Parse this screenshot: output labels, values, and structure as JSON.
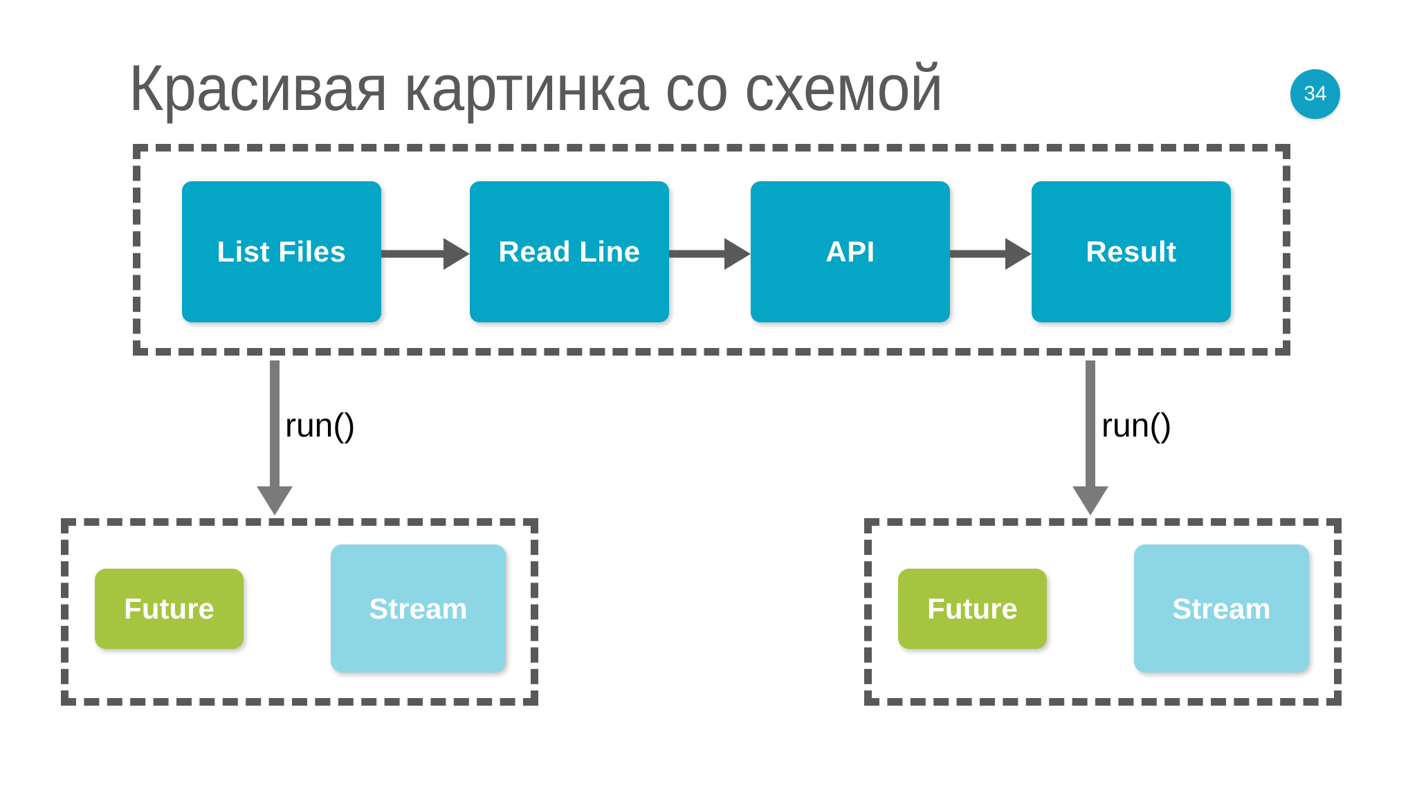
{
  "slide": {
    "title": "Красивая картинка со схемой",
    "page_number": "34",
    "background_color": "#ffffff",
    "title_color": "#595959",
    "badge_color": "#10A0C4"
  },
  "pipeline": {
    "group_label": "pipeline-group",
    "border_color": "#595959",
    "box_color": "#05A5C6",
    "arrow_color": "#595959",
    "steps": [
      {
        "label": "List Files"
      },
      {
        "label": "Read Line"
      },
      {
        "label": "API"
      },
      {
        "label": "Result"
      }
    ]
  },
  "connectors": [
    {
      "label": "run()",
      "side": "left",
      "color": "#7A7A7A"
    },
    {
      "label": "run()",
      "side": "right",
      "color": "#7A7A7A"
    }
  ],
  "result_groups": [
    {
      "name": "left-result-group",
      "items": [
        {
          "label": "Future",
          "color": "#A5C541"
        },
        {
          "label": "Stream",
          "color": "#8CD6E5"
        }
      ]
    },
    {
      "name": "right-result-group",
      "items": [
        {
          "label": "Future",
          "color": "#A5C541"
        },
        {
          "label": "Stream",
          "color": "#8CD6E5"
        }
      ]
    }
  ]
}
